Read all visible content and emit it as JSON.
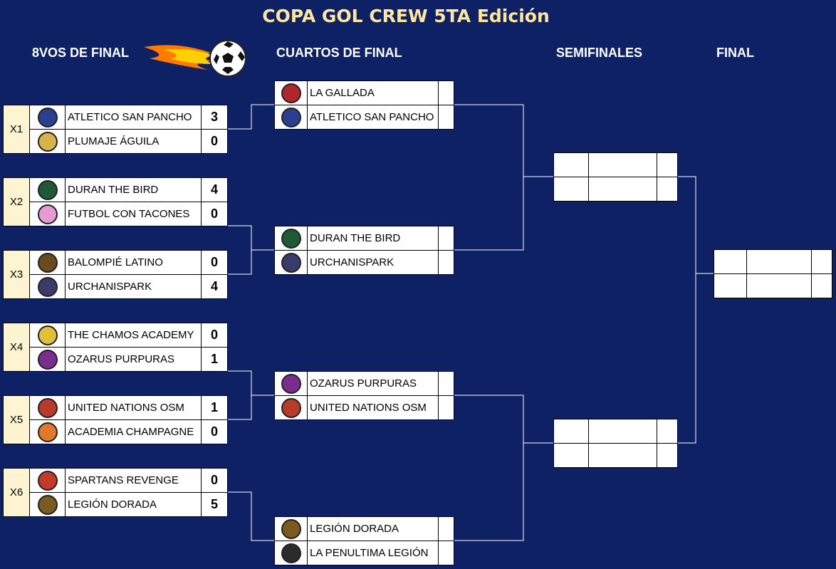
{
  "title": "COPA GOL CREW 5TA Edición",
  "headers": {
    "r16": "8VOS DE FINAL",
    "qf": "CUARTOS DE FINAL",
    "sf": "SEMIFINALES",
    "final": "FINAL"
  },
  "round_of_16": [
    {
      "tag": "X1",
      "teams": [
        {
          "name": "ATLETICO SAN PANCHO",
          "score": "3"
        },
        {
          "name": "PLUMAJE ÁGUILA",
          "score": "0"
        }
      ]
    },
    {
      "tag": "X2",
      "teams": [
        {
          "name": "DURAN THE BIRD",
          "score": "4"
        },
        {
          "name": "FUTBOL CON TACONES",
          "score": "0"
        }
      ]
    },
    {
      "tag": "X3",
      "teams": [
        {
          "name": "BALOMPIÉ LATINO",
          "score": "0"
        },
        {
          "name": "URCHANISPARK",
          "score": "4"
        }
      ]
    },
    {
      "tag": "X4",
      "teams": [
        {
          "name": "THE CHAMOS ACADEMY",
          "score": "0"
        },
        {
          "name": "OZARUS PURPURAS",
          "score": "1"
        }
      ]
    },
    {
      "tag": "X5",
      "teams": [
        {
          "name": "UNITED NATIONS OSM",
          "score": "1"
        },
        {
          "name": "ACADEMIA CHAMPAGNE",
          "score": "0"
        }
      ]
    },
    {
      "tag": "X6",
      "teams": [
        {
          "name": "SPARTANS REVENGE",
          "score": "0"
        },
        {
          "name": "LEGIÓN DORADA",
          "score": "5"
        }
      ]
    }
  ],
  "quarterfinals": [
    {
      "teams": [
        {
          "name": "LA GALLADA",
          "score": ""
        },
        {
          "name": "ATLETICO SAN PANCHO",
          "score": ""
        }
      ]
    },
    {
      "teams": [
        {
          "name": "DURAN THE BIRD",
          "score": ""
        },
        {
          "name": "URCHANISPARK",
          "score": ""
        }
      ]
    },
    {
      "teams": [
        {
          "name": "OZARUS PURPURAS",
          "score": ""
        },
        {
          "name": "UNITED NATIONS OSM",
          "score": ""
        }
      ]
    },
    {
      "teams": [
        {
          "name": "LEGIÓN DORADA",
          "score": ""
        },
        {
          "name": "LA PENULTIMA LEGIÓN",
          "score": ""
        }
      ]
    }
  ],
  "colors": {
    "background": "#0e2164",
    "title": "#ffe7a3",
    "tag_cell": "#fff4d2",
    "logos": {
      "ATLETICO SAN PANCHO": "#2a3f8f",
      "PLUMAJE ÁGUILA": "#d8b24a",
      "DURAN THE BIRD": "#1f5a36",
      "FUTBOL CON TACONES": "#e59ad2",
      "BALOMPIÉ LATINO": "#6b4a1e",
      "URCHANISPARK": "#3b3b6b",
      "THE CHAMOS ACADEMY": "#e0c03a",
      "OZARUS PURPURAS": "#7a2c8f",
      "UNITED NATIONS OSM": "#b83a2a",
      "ACADEMIA CHAMPAGNE": "#e07a2a",
      "SPARTANS REVENGE": "#c43a2a",
      "LEGIÓN DORADA": "#7a5a1e",
      "LA GALLADA": "#b0262b",
      "LA PENULTIMA LEGIÓN": "#2b2b2b"
    }
  },
  "icons": {
    "decoration": "flaming-soccer-ball-icon",
    "team_logo": "team-crest-icon"
  }
}
